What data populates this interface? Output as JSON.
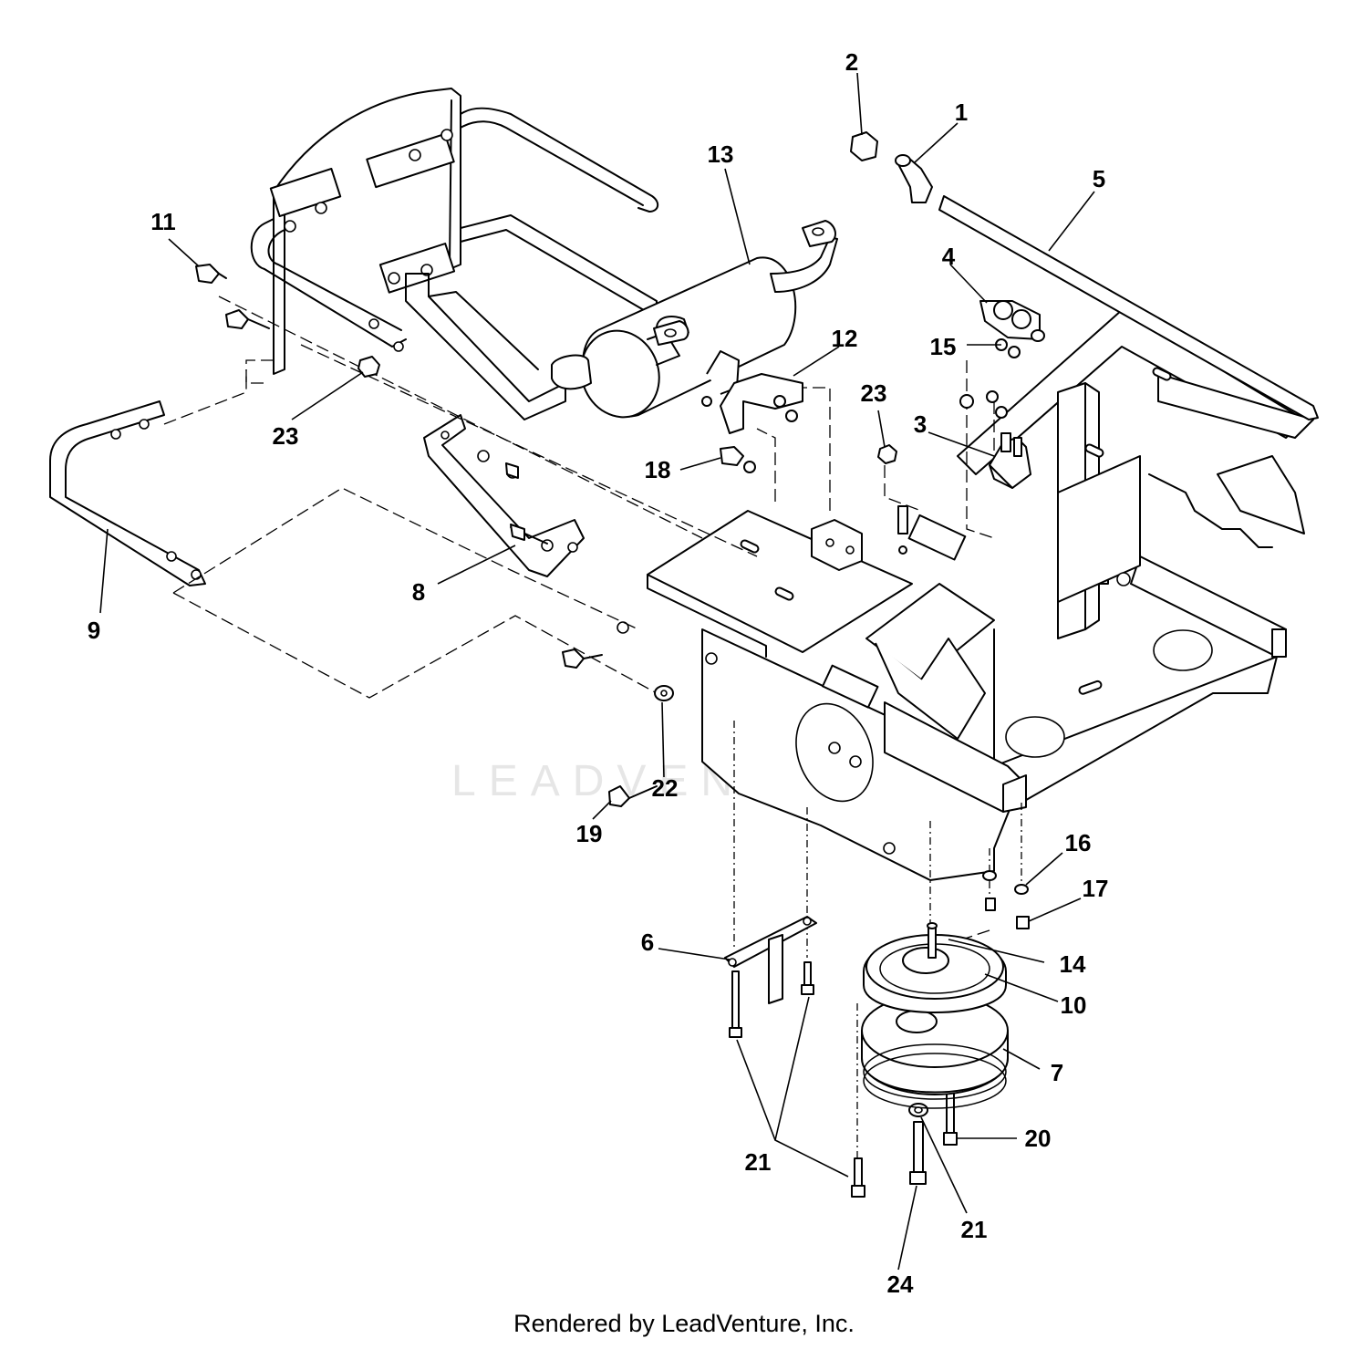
{
  "watermark": "LEADVENTURE",
  "footer": "Rendered by LeadVenture, Inc.",
  "callouts": [
    "1",
    "2",
    "3",
    "4",
    "5",
    "6",
    "7",
    "8",
    "9",
    "10",
    "11",
    "12",
    "13",
    "14",
    "15",
    "16",
    "17",
    "18",
    "19",
    "20",
    "21",
    "21",
    "22",
    "23",
    "23",
    "24"
  ]
}
